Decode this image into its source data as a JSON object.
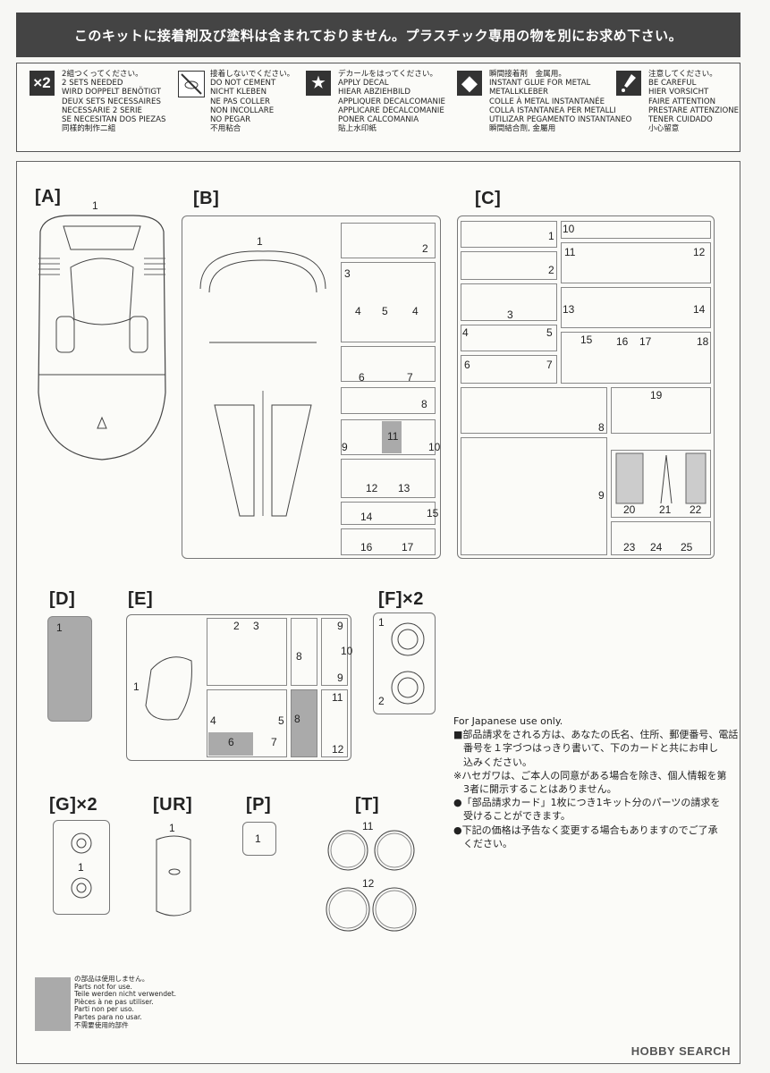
{
  "banner": "このキットに接着剤及び塗料は含まれておりません。プラスチック専用の物を別にお求め下さい。",
  "legend": [
    {
      "icon": "×2",
      "icon_name": "x2-icon",
      "text": "2組つくってください。\n2 SETS NEEDED\nWIRD DOPPELT BENÖTIGT\nDEUX SETS NECESSAIRES\nNECESSARIE 2 SERIE\nSE NECESITAN DOS PIEZAS\n同樣的制作二組"
    },
    {
      "icon": "",
      "icon_name": "no-cement-icon",
      "text": "接着しないでください。\nDO NOT CEMENT\nNICHT KLEBEN\nNE PAS COLLER\nNON INCOLLARE\nNO PEGAR\n不用粘合"
    },
    {
      "icon": "★",
      "icon_name": "decal-star-icon",
      "text": "デカールをはってください。\nAPPLY DECAL\nHIEAR ABZIEHBILD\nAPPLIQUER DECALCOMANIE\nAPPLICARE DECALCOMANIE\nPONER CALCOMANIA\n貼上水印紙"
    },
    {
      "icon": "◆",
      "icon_name": "instant-glue-icon",
      "text": "瞬間接着剤　金属用。\nINSTANT GLUE FOR METAL\nMETALLKLEBER\nCOLLE À METAL INSTANTANÉE\nCOLLA ISTANTANEA PER METALLI\nUTILIZAR PEGAMENTO INSTANTANEO\n瞬間結合劑, 金屬用"
    },
    {
      "icon": "",
      "icon_name": "careful-icon",
      "text": "注意してください。\nBE CAREFUL\nHIER VORSICHT\nFAIRE ATTENTION\nPRESTARE ATTENZIONE\nTENER CUIDADO\n小心留意"
    }
  ],
  "sprues": {
    "A": "[A]",
    "B": "[B]",
    "C": "[C]",
    "D": "[D]",
    "E": "[E]",
    "F": "[F]×2",
    "G": "[G]×2",
    "UR": "[UR]",
    "P": "[P]",
    "T": "[T]"
  },
  "jp_notes": [
    "For Japanese use only.",
    "■部品請求をされる方は、あなたの氏名、住所、郵便番号、電話",
    "　番号を１字づつはっきり書いて、下のカードと共にお申し",
    "　込みください。",
    "※ハセガワは、ご本人の同意がある場合を除き、個人情報を第",
    "　3者に開示することはありません。",
    "●「部品請求カード」1枚につき1キット分のパーツの請求を",
    "　受けることができます。",
    "●下記の価格は予告なく変更する場合もありますのでご了承",
    "　ください。"
  ],
  "not_used": "の部品は使用しません。\nParts not for use.\nTeile werden nicht verwendet.\nPièces à ne pas utiliser.\nParti non per uso.\nPartes para no usar.\n不需要使用的部件",
  "watermark": "HOBBY SEARCH",
  "colors": {
    "banner_bg": "#444444",
    "unused_part": "#aaaaaa",
    "line": "#777777"
  }
}
